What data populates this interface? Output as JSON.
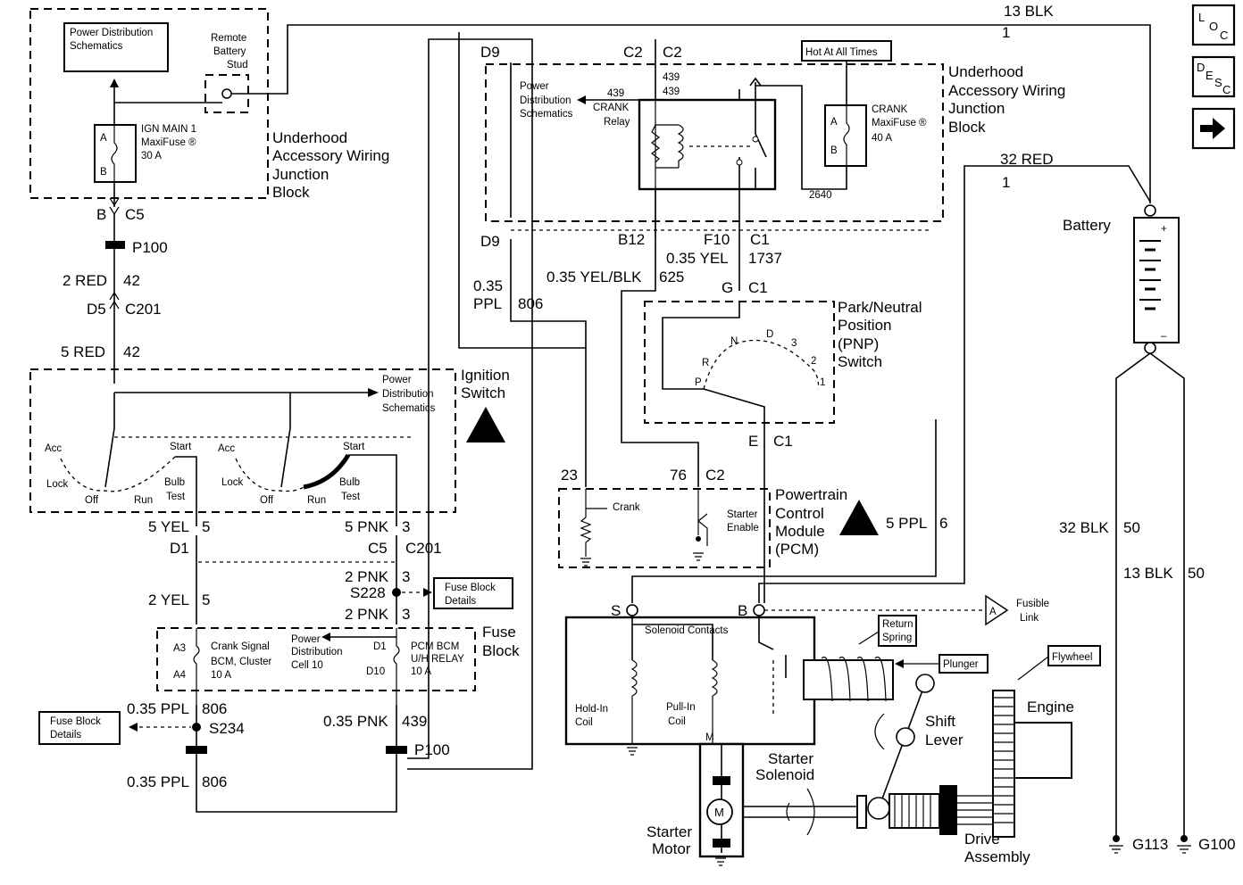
{
  "nav": {
    "loc_icon": "loc-icon",
    "desc_icon": "desc-icon",
    "next_icon": "right-arrow-icon",
    "loc_letters": [
      "L",
      "O",
      "C"
    ],
    "desc_letters": [
      "D",
      "E",
      "S",
      "C"
    ]
  },
  "components": {
    "uawjb_left": [
      "Underhood",
      "Accessory Wiring",
      "Junction",
      "Block"
    ],
    "uawjb_right": [
      "Underhood",
      "Accessory Wiring",
      "Junction",
      "Block"
    ],
    "pds_box": [
      "Power Distribution",
      "Schematics"
    ],
    "remote_stud": [
      "Remote",
      "Battery",
      "Stud"
    ],
    "ign_fuse": [
      "IGN MAIN 1",
      "MaxiFuse ®",
      "30 A"
    ],
    "crank_fuse": [
      "CRANK",
      "MaxiFuse ®",
      "40 A"
    ],
    "hot_label": "Hot At All Times",
    "pds_relay": [
      "Power",
      "Distribution",
      "Schematics"
    ],
    "crank_relay": [
      "CRANK",
      "Relay"
    ],
    "ignition_switch": [
      "Ignition",
      "Switch"
    ],
    "ign_pds": [
      "Power",
      "Distribution",
      "Schematics"
    ],
    "ign_positions_left": [
      "Acc",
      "Lock",
      "Off",
      "Run",
      "Start",
      "Bulb",
      "Test"
    ],
    "ign_positions_right": [
      "Acc",
      "Lock",
      "Off",
      "Run",
      "Start",
      "Bulb",
      "Test"
    ],
    "pnp": [
      "Park/Neutral",
      "Position",
      "(PNP)",
      "Switch"
    ],
    "pnp_positions": [
      "P",
      "R",
      "N",
      "D",
      "3",
      "2",
      "1"
    ],
    "pcm": [
      "Powertrain",
      "Control",
      "Module",
      "(PCM)"
    ],
    "pcm_crank": "Crank",
    "pcm_starter_enable": [
      "Starter",
      "Enable"
    ],
    "fuse_block": [
      "Fuse",
      "Block"
    ],
    "fuse_block_details_1": [
      "Fuse Block",
      "Details"
    ],
    "fuse_block_details_2": [
      "Fuse Block",
      "Details"
    ],
    "crank_signal_fuse": [
      "Crank Signal",
      "BCM, Cluster",
      "10 A"
    ],
    "pd_cell": [
      "Power",
      "Distribution",
      "Cell 10"
    ],
    "pcm_relay_fuse": [
      "PCM BCM",
      "U/H RELAY",
      "10 A"
    ],
    "fuse_pins": [
      "A3",
      "A4",
      "D1",
      "D10"
    ],
    "battery": "Battery",
    "battery_polarity": [
      "+",
      "–"
    ],
    "solenoid_contacts": "Solenoid Contacts",
    "hold_in_coil": [
      "Hold-In",
      "Coil"
    ],
    "pull_in_coil": [
      "Pull-In",
      "Coil"
    ],
    "starter_solenoid": [
      "Starter",
      "Solenoid"
    ],
    "starter_motor": [
      "Starter",
      "Motor"
    ],
    "motor_symbol": "M",
    "motor_terminal": "M",
    "return_spring": [
      "Return",
      "Spring"
    ],
    "plunger": "Plunger",
    "flywheel": "Flywheel",
    "engine": "Engine",
    "shift_lever": [
      "Shift",
      "Lever"
    ],
    "drive_assembly": [
      "Drive",
      "Assembly"
    ],
    "fusible_link": [
      "Fusible",
      "Link"
    ],
    "fusible_link_marker": "A",
    "terminal_s": "S",
    "terminal_b": "B"
  },
  "wires": {
    "top_blk": "13 BLK",
    "top_blk_cav": "1",
    "red32": "32 RED",
    "red32_cav": "1",
    "red2": "2 RED",
    "red2_cav": "42",
    "red5": "5 RED",
    "red5_cav": "42",
    "yel5": "5 YEL",
    "yel5_cav": "5",
    "yel2": "2 YEL",
    "yel2_cav": "5",
    "pnk5": "5 PNK",
    "pnk5_cav": "3",
    "pnk2a": "2 PNK",
    "pnk2a_cav": "3",
    "pnk2b": "2 PNK",
    "pnk2b_cav": "3",
    "ppl035a": "0.35 PPL",
    "ppl035a_cav": "806",
    "ppl035b": "0.35 PPL",
    "ppl035b_cav": "806",
    "pnk035": "0.35 PNK",
    "pnk035_cav": "439",
    "ppl_d9_a": "0.35",
    "ppl_d9_b": "PPL",
    "ppl_d9_cav": "806",
    "yelblk": "0.35 YEL/BLK",
    "yelblk_cav": "625",
    "yel035": "0.35 YEL",
    "yel035_cav": "1737",
    "ppl5": "5 PPL",
    "ppl5_cav": "6",
    "blk32": "32 BLK",
    "blk32_cav": "50",
    "blk13": "13 BLK",
    "blk13_cav": "50",
    "w439a": "439",
    "w439b": "439",
    "w439c": "439",
    "w2640": "2640"
  },
  "connectors": {
    "b": "B",
    "c5": "C5",
    "p100a": "P100",
    "d5": "D5",
    "c201a": "C201",
    "d1": "D1",
    "c5b": "C5",
    "c201b": "C201",
    "s228": "S228",
    "s234": "S234",
    "p100b": "P100",
    "d9a": "D9",
    "c2a": "C2",
    "c2b": "C2",
    "d9b": "D9",
    "b12": "B12",
    "f10": "F10",
    "c1a": "C1",
    "g": "G",
    "c1b": "C1",
    "e": "E",
    "c1c": "C1",
    "pin23": "23",
    "pin76": "76",
    "c2c": "C2",
    "g113": "G113",
    "g100": "G100"
  }
}
